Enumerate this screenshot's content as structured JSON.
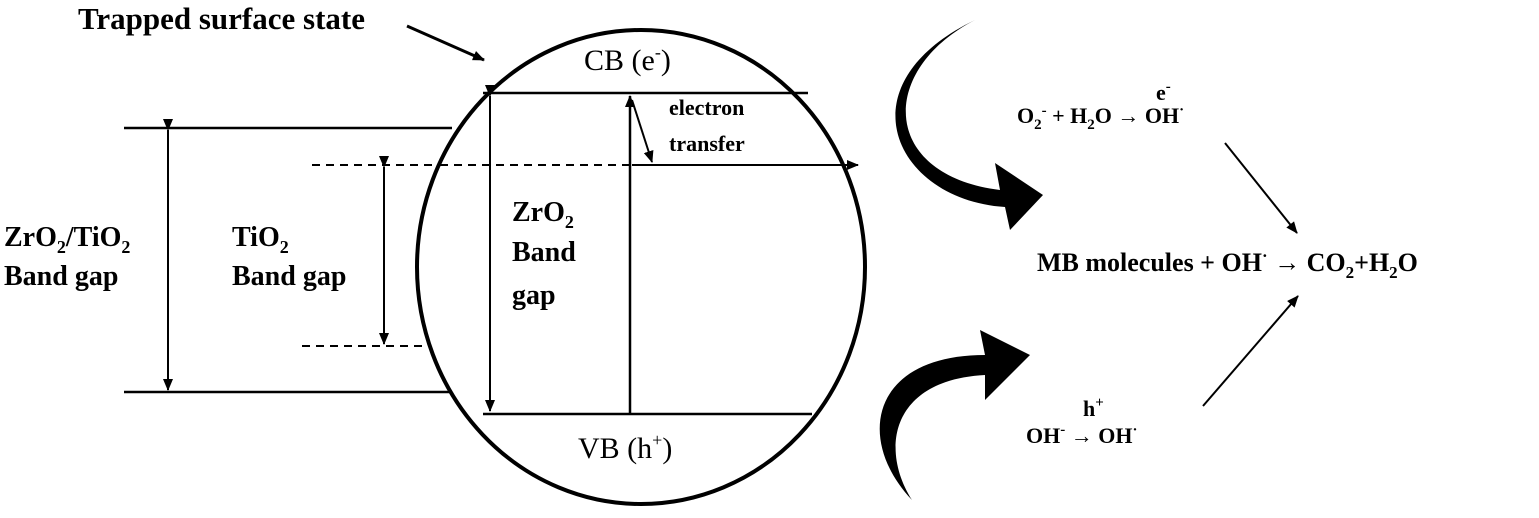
{
  "labels": {
    "trapped": "Trapped surface state",
    "cb_main": "CB (e",
    "cb_sup": "-",
    "cb_close": ")",
    "vb_main": "VB (h",
    "vb_sup": "+",
    "vb_close": ")",
    "electron_line1": "electron",
    "electron_line2": "transfer",
    "zro2_tio2_a": "ZrO",
    "zro2_tio2_sub1": "2",
    "zro2_tio2_b": "/TiO",
    "zro2_tio2_sub2": "2",
    "zro2_tio2_line2": "Band gap",
    "tio2_a": "TiO",
    "tio2_sub": "2",
    "tio2_line2": "Band gap",
    "zro2_a": "ZrO",
    "zro2_sub": "2",
    "zro2_line2": "Band",
    "zro2_line3": "gap"
  },
  "reactions": {
    "r1_o": "O",
    "r1_sub": "2",
    "r1_sup": "-",
    "r1_plus": " + H",
    "r1_sub2": "2",
    "r1_o2": "O ",
    "r1_arrow": "→",
    "r1_oh": " OH",
    "r1_dot": "·",
    "r1_above": "e",
    "r1_above_sup": "-",
    "mb_a": "MB molecules + OH",
    "mb_dot": "·",
    "mb_b": " → CO",
    "mb_sub": "2",
    "mb_c": "+H",
    "mb_sub2": "2",
    "mb_d": "O",
    "r3_above": "h",
    "r3_above_sup": "+",
    "r3_oh": "OH",
    "r3_sup": "-",
    "r3_arrow": " → OH",
    "r3_dot": "·"
  }
}
